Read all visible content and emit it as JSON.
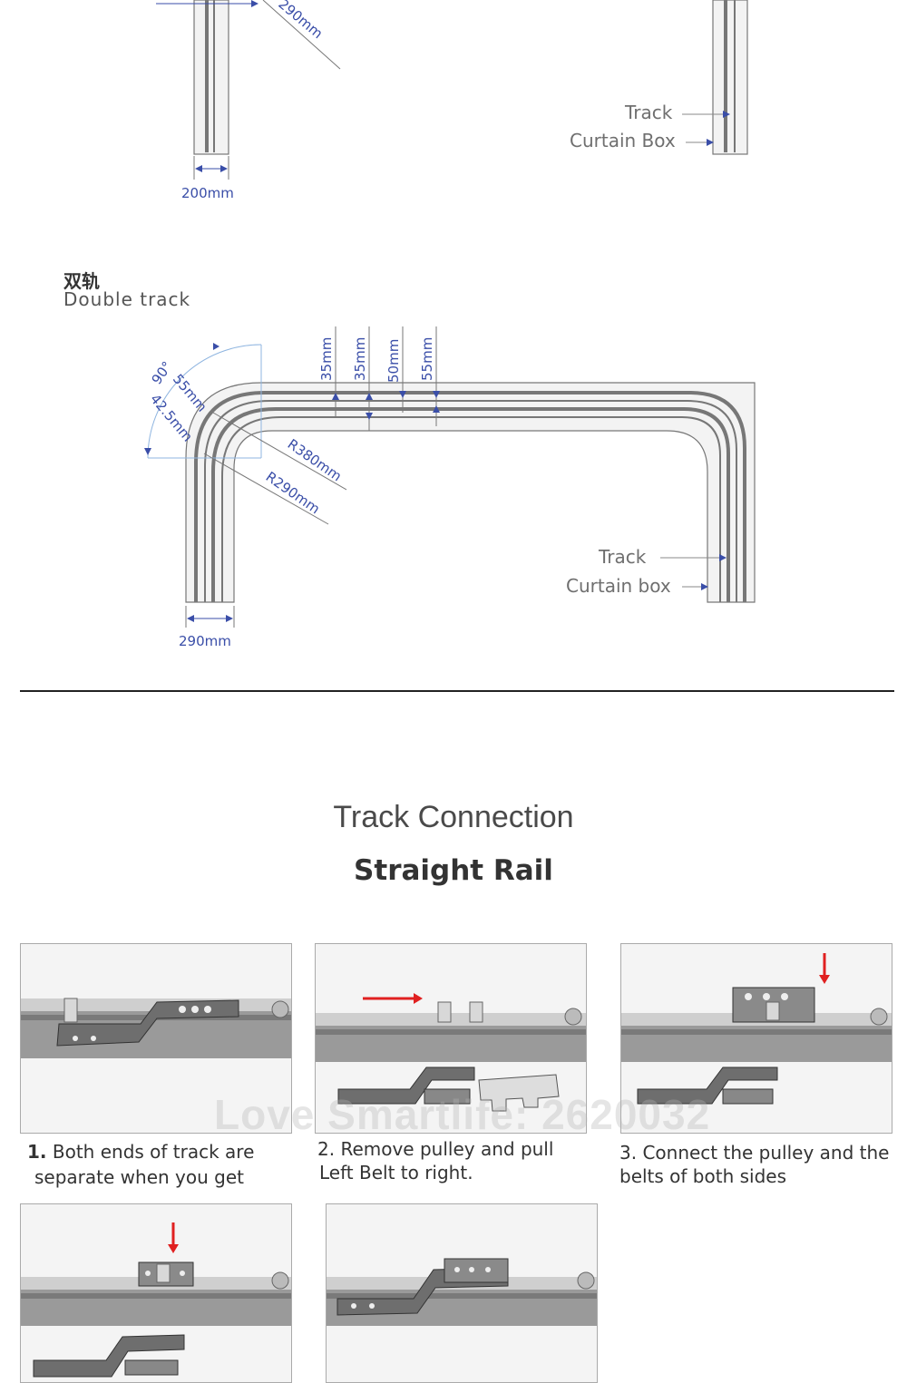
{
  "single_track": {
    "label_radius_partial": "290mm",
    "width_label": "200mm",
    "track_label": "Track",
    "box_label": "Curtain Box"
  },
  "double_track": {
    "heading_cn": "双轨",
    "heading_en": "Double track",
    "angle": "90°",
    "dim_55": "55mm",
    "dim_42": "42.5mm",
    "gaps": [
      "35mm",
      "35mm",
      "50mm",
      "55mm"
    ],
    "r_outer": "R380mm",
    "r_inner": "R290mm",
    "width_label": "290mm",
    "track_label": "Track",
    "box_label": "Curtain box"
  },
  "section": {
    "title": "Track Connection",
    "subtitle": "Straight Rail"
  },
  "watermark": "Love Smartlife:  2620032",
  "steps": [
    {
      "num": "1.",
      "text_line1": "Both ends of track are",
      "text_line2": "separate when you get"
    },
    {
      "num": "2.",
      "text_line1": "Remove pulley and pull",
      "text_line2": "Left Belt to right."
    },
    {
      "num": "3.",
      "text_line1": "Connect the pulley and the",
      "text_line2": "belts of both sides"
    }
  ],
  "colors": {
    "dimension": "#3a4ea8",
    "arrow_red": "#e02020",
    "rail": "#7d7d7d"
  }
}
